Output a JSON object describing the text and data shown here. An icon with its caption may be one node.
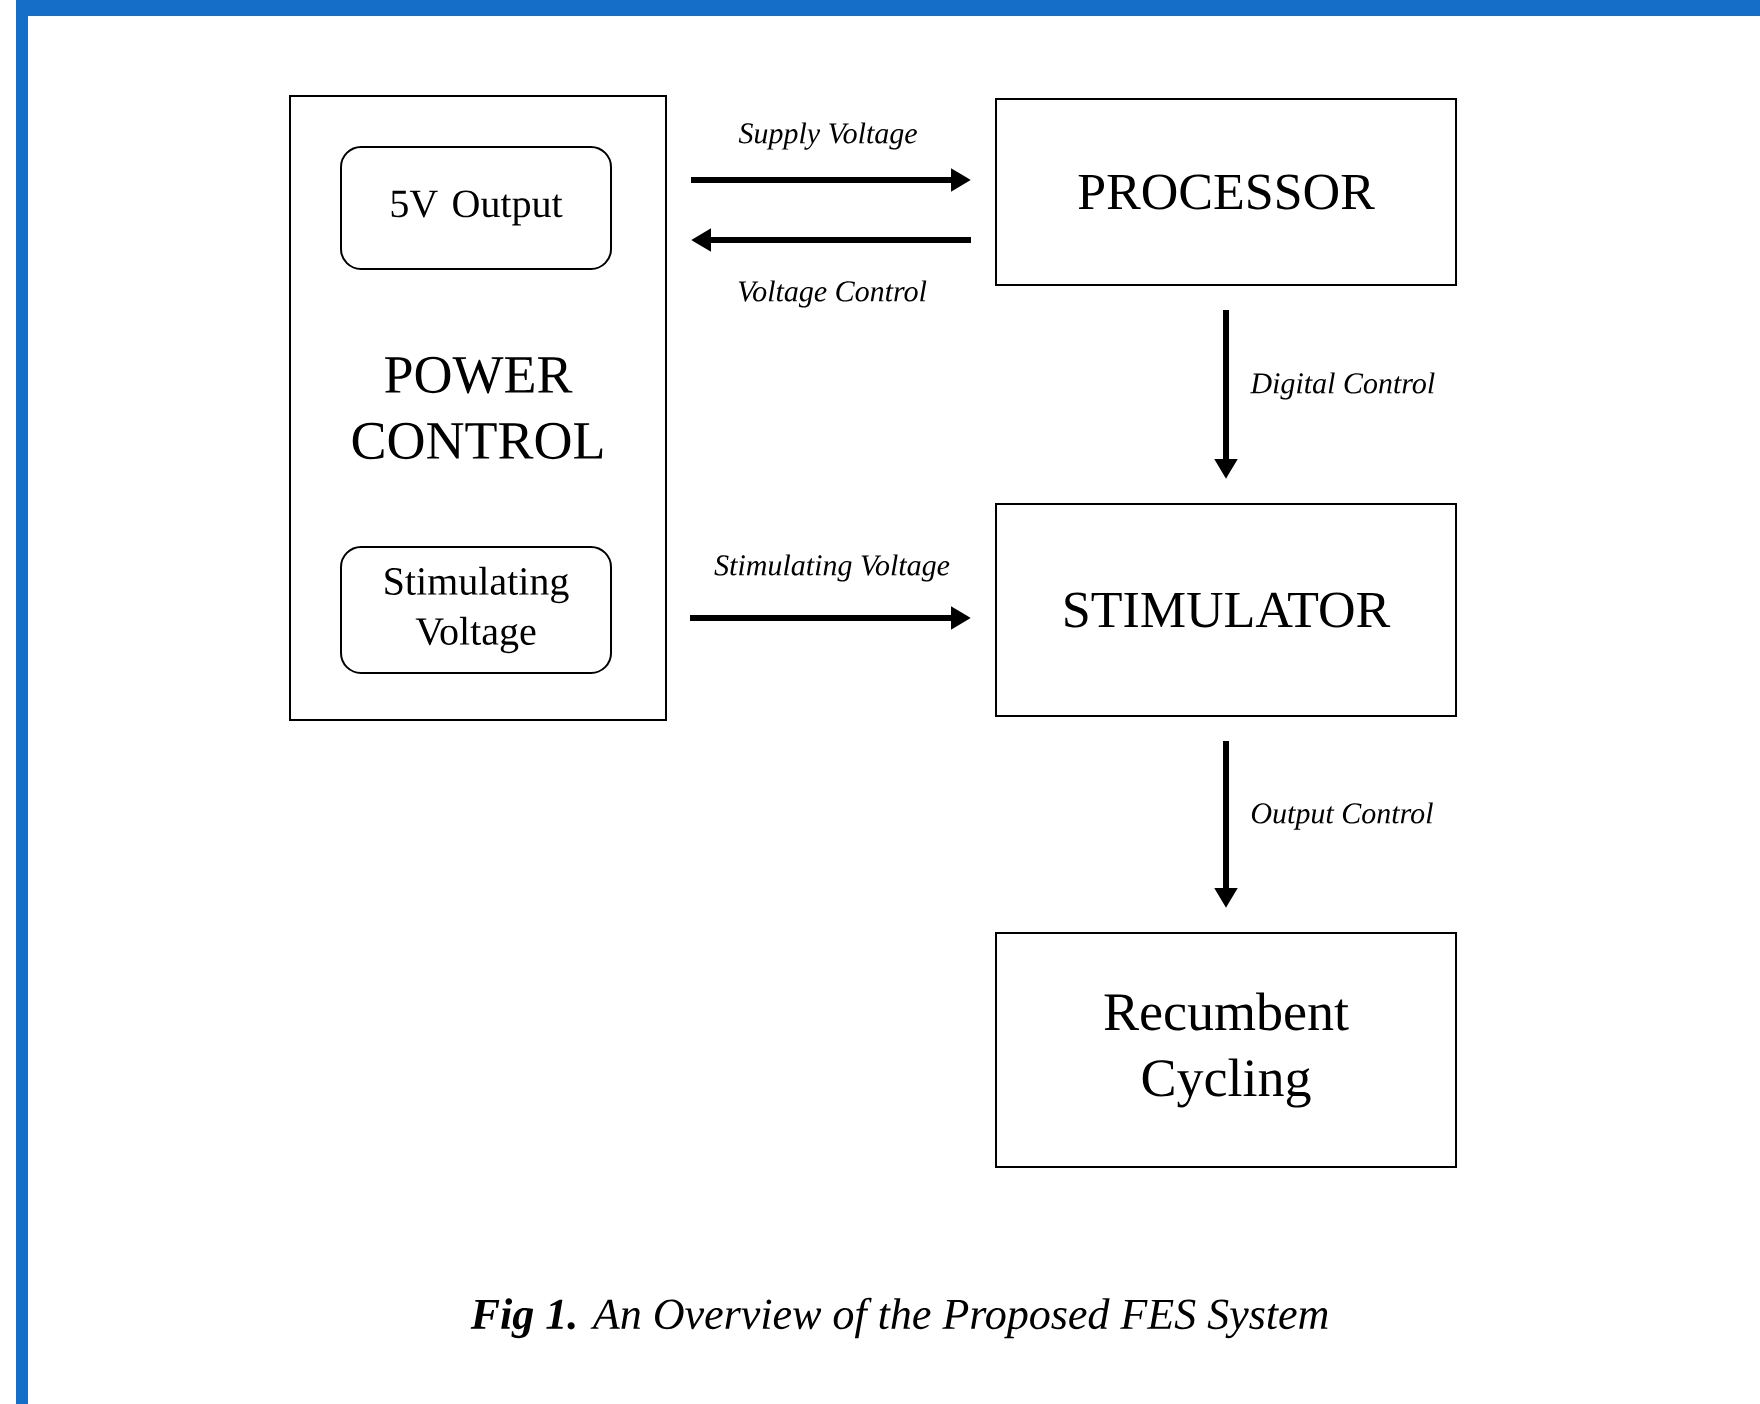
{
  "diagram": {
    "caption": "**Fig 1.** An Overview of the Proposed FES System",
    "nodes": [
      {
        "text": [
          "POWER CONTROL"
        ]
      },
      {
        "text": [
          "5V Output"
        ],
        "in": 0
      },
      {
        "text": [
          "Stimulating Voltage"
        ],
        "in": 0
      },
      {
        "text": [
          "PROCESSOR"
        ]
      },
      {
        "text": [
          "STIMULATOR"
        ]
      },
      {
        "text": [
          "Recumbent Cycling"
        ]
      }
    ],
    "edges": [
      {
        "from": 0,
        "to": 3,
        "arrow": "to",
        "label": "Supply Voltage"
      },
      {
        "from": 3,
        "to": 0,
        "arrow": "to",
        "label": "Voltage Control"
      },
      {
        "from": 3,
        "to": 4,
        "arrow": "to",
        "label": "Digital Control"
      },
      {
        "from": 2,
        "to": 4,
        "arrow": "to",
        "label": "Stimulating Voltage"
      },
      {
        "from": 4,
        "to": 5,
        "arrow": "to",
        "label": "Output Control"
      }
    ]
  }
}
